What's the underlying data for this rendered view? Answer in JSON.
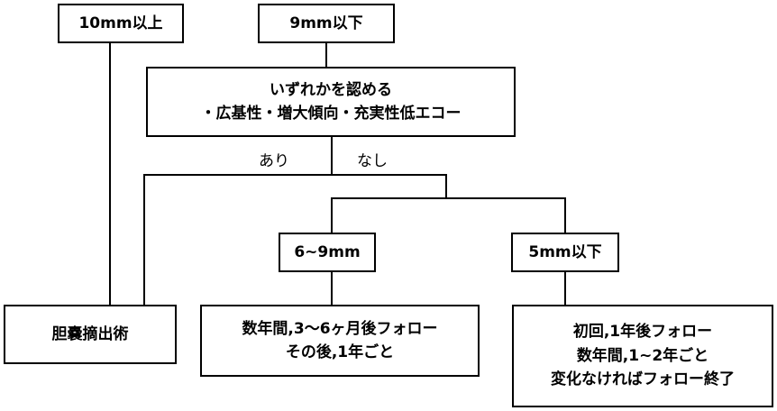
{
  "nodes": {
    "ge10": "10mm以上",
    "le9": "9mm以下",
    "criteria": {
      "line1": "いずれかを認める",
      "line2": "・広基性・増大傾向・充実性低エコー"
    },
    "mid": "6~9mm",
    "small": "5mm以下",
    "surgery": "胆嚢摘出術",
    "mid_followup": {
      "line1": "数年間,3〜6ヶ月後フォロー",
      "line2": "その後,1年ごと"
    },
    "small_followup": {
      "line1": "初回,1年後フォロー",
      "line2": "数年間,1~2年ごと",
      "line3": "変化なければフォロー終了"
    }
  },
  "branches": {
    "yes": "あり",
    "no": "なし"
  }
}
